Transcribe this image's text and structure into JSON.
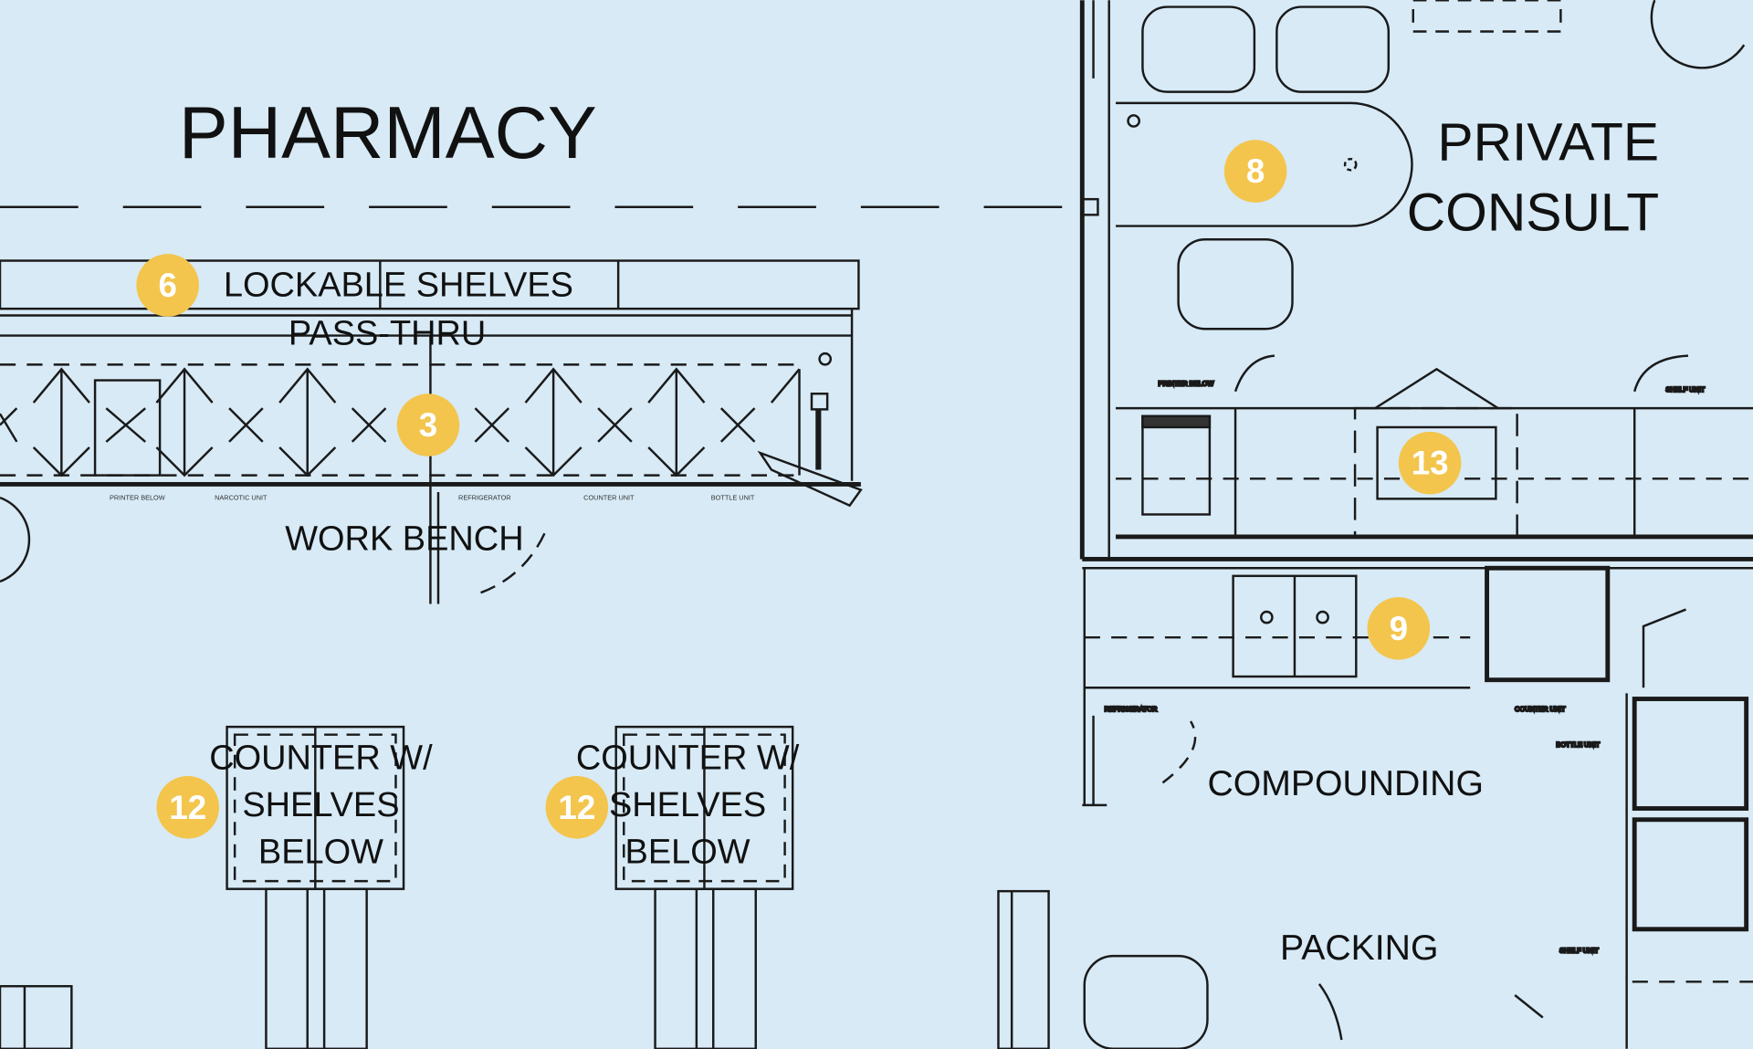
{
  "background_color": "#d7eaf6",
  "marker_color": "#f3c54d",
  "rooms": {
    "pharmacy": "PHARMACY",
    "private_consult_1": "PRIVATE",
    "private_consult_2": "CONSULT",
    "compounding": "COMPOUNDING",
    "packing": "PACKING"
  },
  "fixtures": {
    "lockable_shelves": "LOCKABLE SHELVES",
    "pass_thru": "PASS-THRU",
    "work_bench": "WORK BENCH",
    "counter_a": [
      "COUNTER W/",
      "SHELVES",
      "BELOW"
    ],
    "counter_b": [
      "COUNTER W/",
      "SHELVES",
      "BELOW"
    ]
  },
  "small_labels": {
    "printer_below": "PRINTER BELOW",
    "narcotic_unit": "NARCOTIC UNIT",
    "refrigerator": "REFRIGERATOR",
    "counter_unit": "COUNTER UNIT",
    "bottle_unit": "BOTTLE UNIT",
    "shelf_unit": "SHELF UNIT"
  },
  "markers": [
    "6",
    "3",
    "8",
    "13",
    "9",
    "12",
    "12"
  ]
}
